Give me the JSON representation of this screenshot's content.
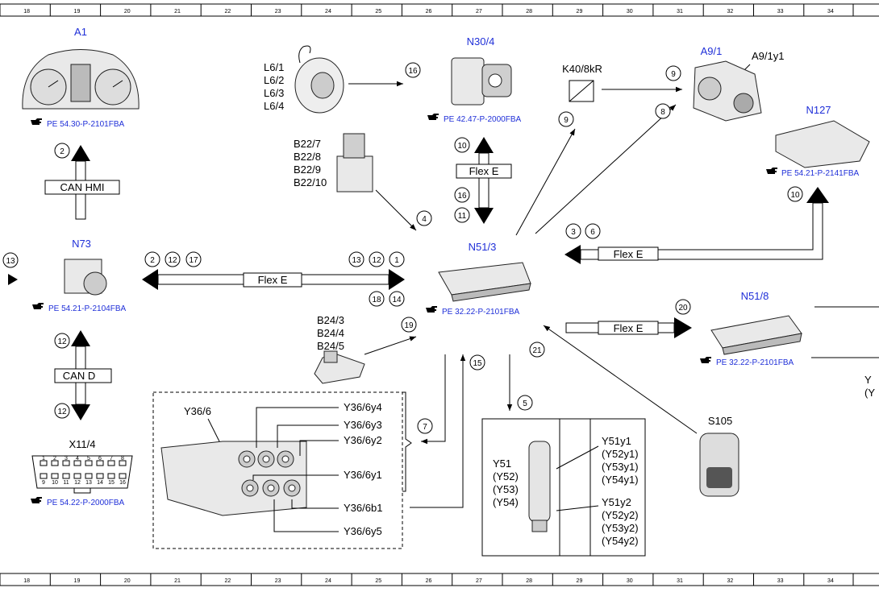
{
  "ruler": [
    "18",
    "19",
    "20",
    "21",
    "22",
    "23",
    "24",
    "25",
    "26",
    "27",
    "28",
    "29",
    "30",
    "31",
    "32",
    "33",
    "34"
  ],
  "components": {
    "a1": "A1",
    "a1_ref": "PE 54.30-P-2101FBA",
    "n30_4": "N30/4",
    "n30_4_ref": "PE 42.47-P-2000FBA",
    "l6": [
      "L6/1",
      "L6/2",
      "L6/3",
      "L6/4"
    ],
    "k40": "K40/8kR",
    "a9_1": "A9/1",
    "a9_1y1": "A9/1y1",
    "n127": "N127",
    "n127_ref": "PE 54.21-P-2141FBA",
    "b22": [
      "B22/7",
      "B22/8",
      "B22/9",
      "B22/10"
    ],
    "n73": "N73",
    "n73_ref": "PE 54.21-P-2104FBA",
    "n51_3": "N51/3",
    "n51_3_ref": "PE 32.22-P-2101FBA",
    "n51_8": "N51/8",
    "n51_8_ref": "PE 32.22-P-2101FBA",
    "b24": [
      "B24/3",
      "B24/4",
      "B24/5"
    ],
    "x11_4": "X11/4",
    "x11_4_ref": "PE 54.22-P-2000FBA",
    "y36_6": "Y36/6",
    "y36_labels": [
      "Y36/6y4",
      "Y36/6y3",
      "Y36/6y2",
      "Y36/6y1",
      "Y36/6b1",
      "Y36/6y5"
    ],
    "s105": "S105",
    "y51_left": [
      "Y51",
      "(Y52)",
      "(Y53)",
      "(Y54)"
    ],
    "y51_y1": [
      "Y51y1",
      "(Y52y1)",
      "(Y53y1)",
      "(Y54y1)"
    ],
    "y51_y2": [
      "Y51y2",
      "(Y52y2)",
      "(Y53y2)",
      "(Y54y2)"
    ],
    "edge_y": [
      "Y",
      "(Y"
    ]
  },
  "buses": {
    "can_hmi": "CAN HMI",
    "can_d": "CAN D",
    "flex_e": "Flex E"
  },
  "callouts": {
    "c2_a1": "2",
    "c16_l6": "16",
    "c9_k40": "9",
    "c9_a9": "9",
    "c8": "8",
    "c10_n30": "10",
    "c16_n30": "16",
    "c11_n30": "11",
    "c10_n127": "10",
    "c4": "4",
    "c3": "3",
    "c6": "6",
    "c13_left": "13",
    "c2_n73": "2",
    "c12_n73": "12",
    "c17": "17",
    "c13_n51": "13",
    "c12_n51": "12",
    "c1": "1",
    "c18": "18",
    "c14": "14",
    "c12_top": "12",
    "c12_bottom": "12",
    "c19": "19",
    "c20": "20",
    "c21": "21",
    "c15": "15",
    "c7": "7",
    "c5": "5"
  },
  "icons": {
    "ref_icon": "hand-pointer-icon"
  }
}
